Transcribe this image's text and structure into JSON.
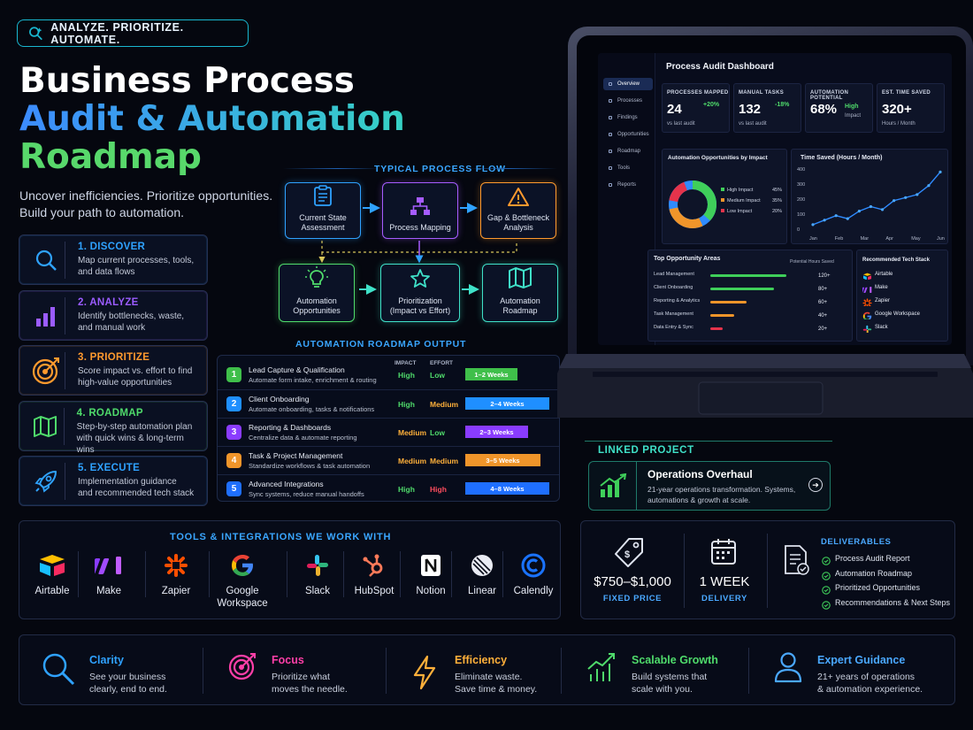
{
  "tagline": "ANALYZE. PRIORITIZE. AUTOMATE.",
  "title": {
    "line1": "Business Process",
    "line2": "Audit & Automation",
    "line3": "Roadmap"
  },
  "subtitle": {
    "line1": "Uncover inefficiencies. Prioritize opportunities.",
    "line2": "Build your path to automation."
  },
  "steps": [
    {
      "title": "1. DISCOVER",
      "desc1": "Map current processes, tools,",
      "desc2": "and data flows",
      "color": "#2fa2ff",
      "icon": "search-icon"
    },
    {
      "title": "2. ANALYZE",
      "desc1": "Identify bottlenecks, waste,",
      "desc2": "and manual work",
      "color": "#9b5cff",
      "icon": "bar-chart-icon"
    },
    {
      "title": "3. PRIORITIZE",
      "desc1": "Score impact vs. effort to find",
      "desc2": "high-value opportunities",
      "color": "#ff9a2e",
      "icon": "target-icon"
    },
    {
      "title": "4. ROADMAP",
      "desc1": "Step-by-step automation plan",
      "desc2": "with quick wins & long-term wins",
      "color": "#4fdb6b",
      "icon": "map-icon"
    },
    {
      "title": "5. EXECUTE",
      "desc1": "Implementation guidance",
      "desc2": "and recommended tech stack",
      "color": "#2fa2ff",
      "icon": "rocket-icon"
    }
  ],
  "flow": {
    "heading": "TYPICAL PROCESS FLOW",
    "nodes": [
      {
        "l1": "Current State",
        "l2": "Assessment",
        "color": "#2fa2ff",
        "icon": "clipboard-icon"
      },
      {
        "l1": "Process Mapping",
        "l2": "",
        "color": "#a65cff",
        "icon": "hierarchy-icon"
      },
      {
        "l1": "Gap & Bottleneck",
        "l2": "Analysis",
        "color": "#ff9a2e",
        "icon": "warning-icon"
      },
      {
        "l1": "Automation",
        "l2": "Opportunities",
        "color": "#4fdb6b",
        "icon": "lightbulb-icon"
      },
      {
        "l1": "Prioritization",
        "l2": "(Impact vs Effort)",
        "color": "#3fe1c8",
        "icon": "star-icon"
      },
      {
        "l1": "Automation",
        "l2": "Roadmap",
        "color": "#3fe1c8",
        "icon": "map-icon"
      }
    ]
  },
  "roadmap": {
    "heading": "AUTOMATION ROADMAP OUTPUT",
    "col_impact": "IMPACT",
    "col_effort": "EFFORT",
    "rows": [
      {
        "n": "1",
        "title": "Lead Capture & Qualification",
        "desc": "Automate form intake, enrichment & routing",
        "impact": "High",
        "effort": "Low",
        "timeline": "1–2 Weeks",
        "color": "#3fbf4a",
        "impact_color": "#4fdb6b",
        "effort_color": "#4fdb6b",
        "bar_start": 0,
        "bar_span": 0.48
      },
      {
        "n": "2",
        "title": "Client Onboarding",
        "desc": "Automate onboarding, tasks & notifications",
        "impact": "High",
        "effort": "Medium",
        "timeline": "2–4 Weeks",
        "color": "#1f8fff",
        "impact_color": "#4fdb6b",
        "effort_color": "#ffb03a",
        "bar_start": 0,
        "bar_span": 0.78
      },
      {
        "n": "3",
        "title": "Reporting & Dashboards",
        "desc": "Centralize data & automate reporting",
        "impact": "Medium",
        "effort": "Low",
        "timeline": "2–3 Weeks",
        "color": "#8a3cff",
        "impact_color": "#ffb03a",
        "effort_color": "#4fdb6b",
        "bar_start": 0,
        "bar_span": 0.58
      },
      {
        "n": "4",
        "title": "Task & Project Management",
        "desc": "Standardize workflows & task automation",
        "impact": "Medium",
        "effort": "Medium",
        "timeline": "3–5 Weeks",
        "color": "#f0952a",
        "impact_color": "#ffb03a",
        "effort_color": "#ffb03a",
        "bar_start": 0,
        "bar_span": 0.7
      },
      {
        "n": "5",
        "title": "Advanced Integrations",
        "desc": "Sync systems, reduce manual handoffs",
        "impact": "High",
        "effort": "High",
        "timeline": "4–8 Weeks",
        "color": "#1f6fff",
        "impact_color": "#4fdb6b",
        "effort_color": "#ff4d5e",
        "bar_start": 0,
        "bar_span": 0.78
      }
    ]
  },
  "dashboard": {
    "title": "Process Audit Dashboard",
    "nav": [
      "Overview",
      "Processes",
      "Findings",
      "Opportunities",
      "Roadmap",
      "Tools",
      "Reports"
    ],
    "kpis": [
      {
        "label": "PROCESSES MAPPED",
        "value": "24",
        "sub": "vs last audit",
        "delta": "+20%",
        "delta_color": "#4fdb6b"
      },
      {
        "label": "MANUAL TASKS",
        "value": "132",
        "sub": "vs last audit",
        "delta": "-18%",
        "delta_color": "#4fdb6b"
      },
      {
        "label": "AUTOMATION POTENTIAL",
        "value": "68%",
        "sub": "Impact",
        "delta": "High",
        "delta_color": "#4fdb6b"
      },
      {
        "label": "EST. TIME SAVED",
        "value": "320+",
        "sub": "Hours / Month",
        "delta": "",
        "delta_color": "#4fdb6b"
      }
    ],
    "donut": {
      "title": "Automation Opportunities by Impact",
      "slices": [
        {
          "label": "High Impact",
          "value": 45,
          "pct": "45%",
          "color": "#3fcf5a"
        },
        {
          "label": "Medium Impact",
          "value": 35,
          "pct": "35%",
          "color": "#f0952a"
        },
        {
          "label": "Low Impact",
          "value": 20,
          "pct": "20%",
          "color": "#e5334b"
        }
      ],
      "extra_color": "#2f8bff"
    },
    "line": {
      "title": "Time Saved (Hours / Month)",
      "x": [
        "Jan",
        "Feb",
        "Mar",
        "Apr",
        "May",
        "Jun"
      ],
      "yticks": [
        "400",
        "300",
        "200",
        "100",
        "0"
      ],
      "values": [
        30,
        60,
        90,
        70,
        120,
        150,
        130,
        190,
        210,
        230,
        290,
        380
      ]
    },
    "top_areas": {
      "title": "Top Opportunity Areas",
      "col": "Potential Hours Saved",
      "rows": [
        {
          "label": "Lead Management",
          "value": "120+",
          "frac": 0.95,
          "color": "#3fcf5a"
        },
        {
          "label": "Client Onboarding",
          "value": "80+",
          "frac": 0.8,
          "color": "#3fcf5a"
        },
        {
          "label": "Reporting & Analytics",
          "value": "60+",
          "frac": 0.45,
          "color": "#f0952a"
        },
        {
          "label": "Task Management",
          "value": "40+",
          "frac": 0.3,
          "color": "#f0952a"
        },
        {
          "label": "Data Entry & Sync",
          "value": "20+",
          "frac": 0.15,
          "color": "#e5334b"
        }
      ]
    },
    "tech_stack": {
      "title": "Recommended Tech Stack",
      "items": [
        "Airtable",
        "Make",
        "Zapier",
        "Google Workspace",
        "Slack"
      ]
    }
  },
  "linked_project": {
    "heading": "LINKED PROJECT",
    "title": "Operations Overhaul",
    "desc1": "21-year operations transformation. Systems,",
    "desc2": "automations & growth at scale."
  },
  "tools": {
    "heading": "TOOLS & INTEGRATIONS WE WORK WITH",
    "items": [
      {
        "l1": "Airtable",
        "l2": "",
        "icon": "airtable-icon"
      },
      {
        "l1": "Make",
        "l2": "",
        "icon": "make-icon"
      },
      {
        "l1": "Zapier",
        "l2": "",
        "icon": "zapier-icon"
      },
      {
        "l1": "Google",
        "l2": "Workspace",
        "icon": "google-icon"
      },
      {
        "l1": "Slack",
        "l2": "",
        "icon": "slack-icon"
      },
      {
        "l1": "HubSpot",
        "l2": "",
        "icon": "hubspot-icon"
      },
      {
        "l1": "Notion",
        "l2": "",
        "icon": "notion-icon"
      },
      {
        "l1": "Linear",
        "l2": "",
        "icon": "linear-icon"
      },
      {
        "l1": "Calendly",
        "l2": "",
        "icon": "calendly-icon"
      }
    ]
  },
  "pricing": {
    "price": "$750–$1,000",
    "price_label": "FIXED PRICE",
    "delivery": "1 WEEK",
    "delivery_label": "DELIVERY",
    "deliverables_heading": "DELIVERABLES",
    "deliverables": [
      "Process Audit Report",
      "Automation Roadmap",
      "Prioritized Opportunities",
      "Recommendations & Next Steps"
    ]
  },
  "benefits": [
    {
      "title": "Clarity",
      "d1": "See your business",
      "d2": "clearly, end to end.",
      "color": "#2fa2ff",
      "icon": "magnifier-icon"
    },
    {
      "title": "Focus",
      "d1": "Prioritize what",
      "d2": "moves the needle.",
      "color": "#ff3fa8",
      "icon": "target-icon"
    },
    {
      "title": "Efficiency",
      "d1": "Eliminate waste.",
      "d2": "Save time & money.",
      "color": "#ffb03a",
      "icon": "lightning-icon"
    },
    {
      "title": "Scalable Growth",
      "d1": "Build systems that",
      "d2": "scale with you.",
      "color": "#4fdb6b",
      "icon": "growth-chart-icon"
    },
    {
      "title": "Expert Guidance",
      "d1": "21+ years of operations",
      "d2": "& automation experience.",
      "color": "#4aa8ff",
      "icon": "person-icon"
    }
  ]
}
